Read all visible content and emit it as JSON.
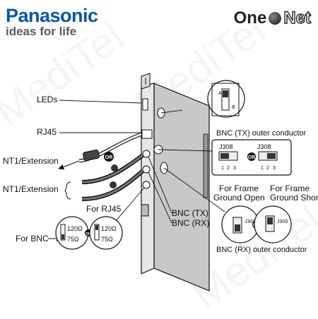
{
  "brand": {
    "name": "Panasonic",
    "tagline": "ideas for life",
    "right_logo_a": "One",
    "right_logo_b": "Net"
  },
  "labels": {
    "leds": "LEDs",
    "rj45": "RJ45",
    "nt1_ext_1": "NT1/Extension",
    "nt1_ext_2": "NT1/Extension",
    "bnc_tx": "BNC (TX)",
    "bnc_rx": "BNC (RX)",
    "bnc_tx_outer": "BNC (TX) outer conductor",
    "bnc_rx_outer": "BNC (RX) outer conductor",
    "for_rj45": "For RJ45",
    "for_bnc": "For BNC",
    "open_1": "For Frame",
    "open_2": "Ground Open",
    "short_1": "For Frame",
    "short_2": "Ground Short",
    "or": "OR",
    "j308": "J308",
    "j309": "J309",
    "pin1": "1",
    "pin2": "2",
    "pin3": "3",
    "ohm120": "120Ω",
    "ohm75": "75Ω",
    "sw_a": "A",
    "sw_b": "B"
  },
  "watermark": "MediTel"
}
